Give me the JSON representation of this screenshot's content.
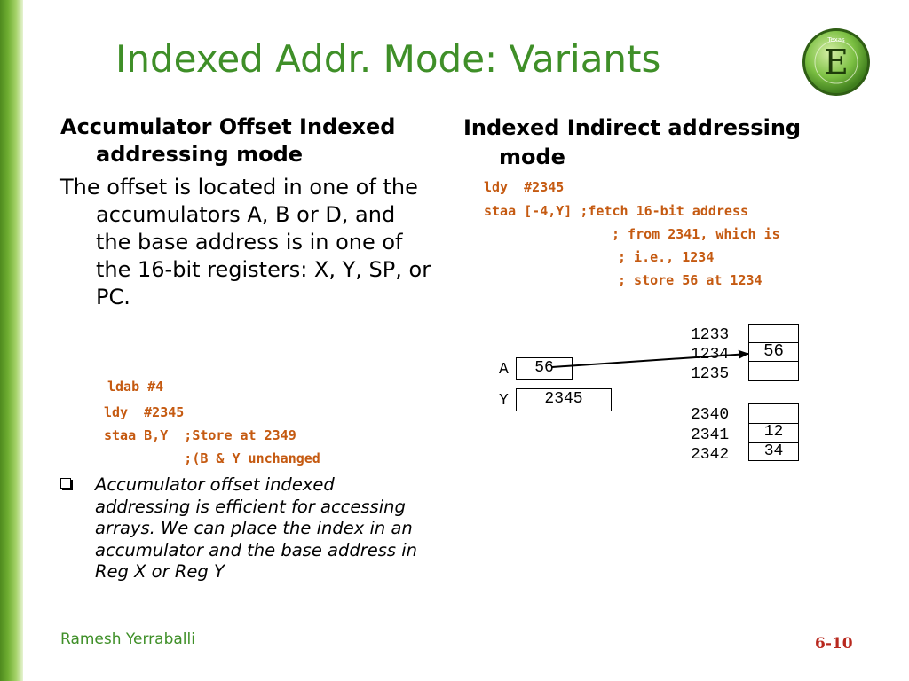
{
  "slide": {
    "title": "Indexed Addr. Mode: Variants",
    "logo": {
      "icon": "ee-logo-icon",
      "letter": "E",
      "small_text": "Texas"
    }
  },
  "left": {
    "heading": "Accumulator Offset Indexed addressing mode",
    "paragraph": "The offset is located in one of the accumulators A, B or D, and the base address is in one of the 16-bit registers: X, Y, SP, or PC.",
    "code": [
      "ldab #4",
      "ldy  #2345",
      "staa B,Y  ;Store at 2349",
      "          ;(B & Y unchanged"
    ],
    "bullet": "Accumulator offset indexed addressing is efficient for accessing arrays. We can place the index in an accumulator and the base address in Reg X or Reg Y"
  },
  "right": {
    "heading": "Indexed Indirect addressing mode",
    "code": [
      "ldy  #2345",
      "staa [-4,Y] ;fetch 16-bit address",
      "; from 2341, which is",
      "; i.e., 1234",
      "; store 56 at 1234"
    ]
  },
  "diagram": {
    "registers": [
      {
        "name": "A",
        "value": "56"
      },
      {
        "name": "Y",
        "value": "2345"
      }
    ],
    "memory_group_1": [
      {
        "address": "1233",
        "value": ""
      },
      {
        "address": "1234",
        "value": "56"
      },
      {
        "address": "1235",
        "value": ""
      }
    ],
    "memory_group_2": [
      {
        "address": "2340",
        "value": ""
      },
      {
        "address": "2341",
        "value": "12"
      },
      {
        "address": "2342",
        "value": "34"
      }
    ]
  },
  "footer": {
    "author": "Ramesh Yerraballi",
    "page": "6-10"
  },
  "colors": {
    "title_green": "#3f8f28",
    "code_orange": "#c55a11",
    "page_red": "#b8281e"
  }
}
